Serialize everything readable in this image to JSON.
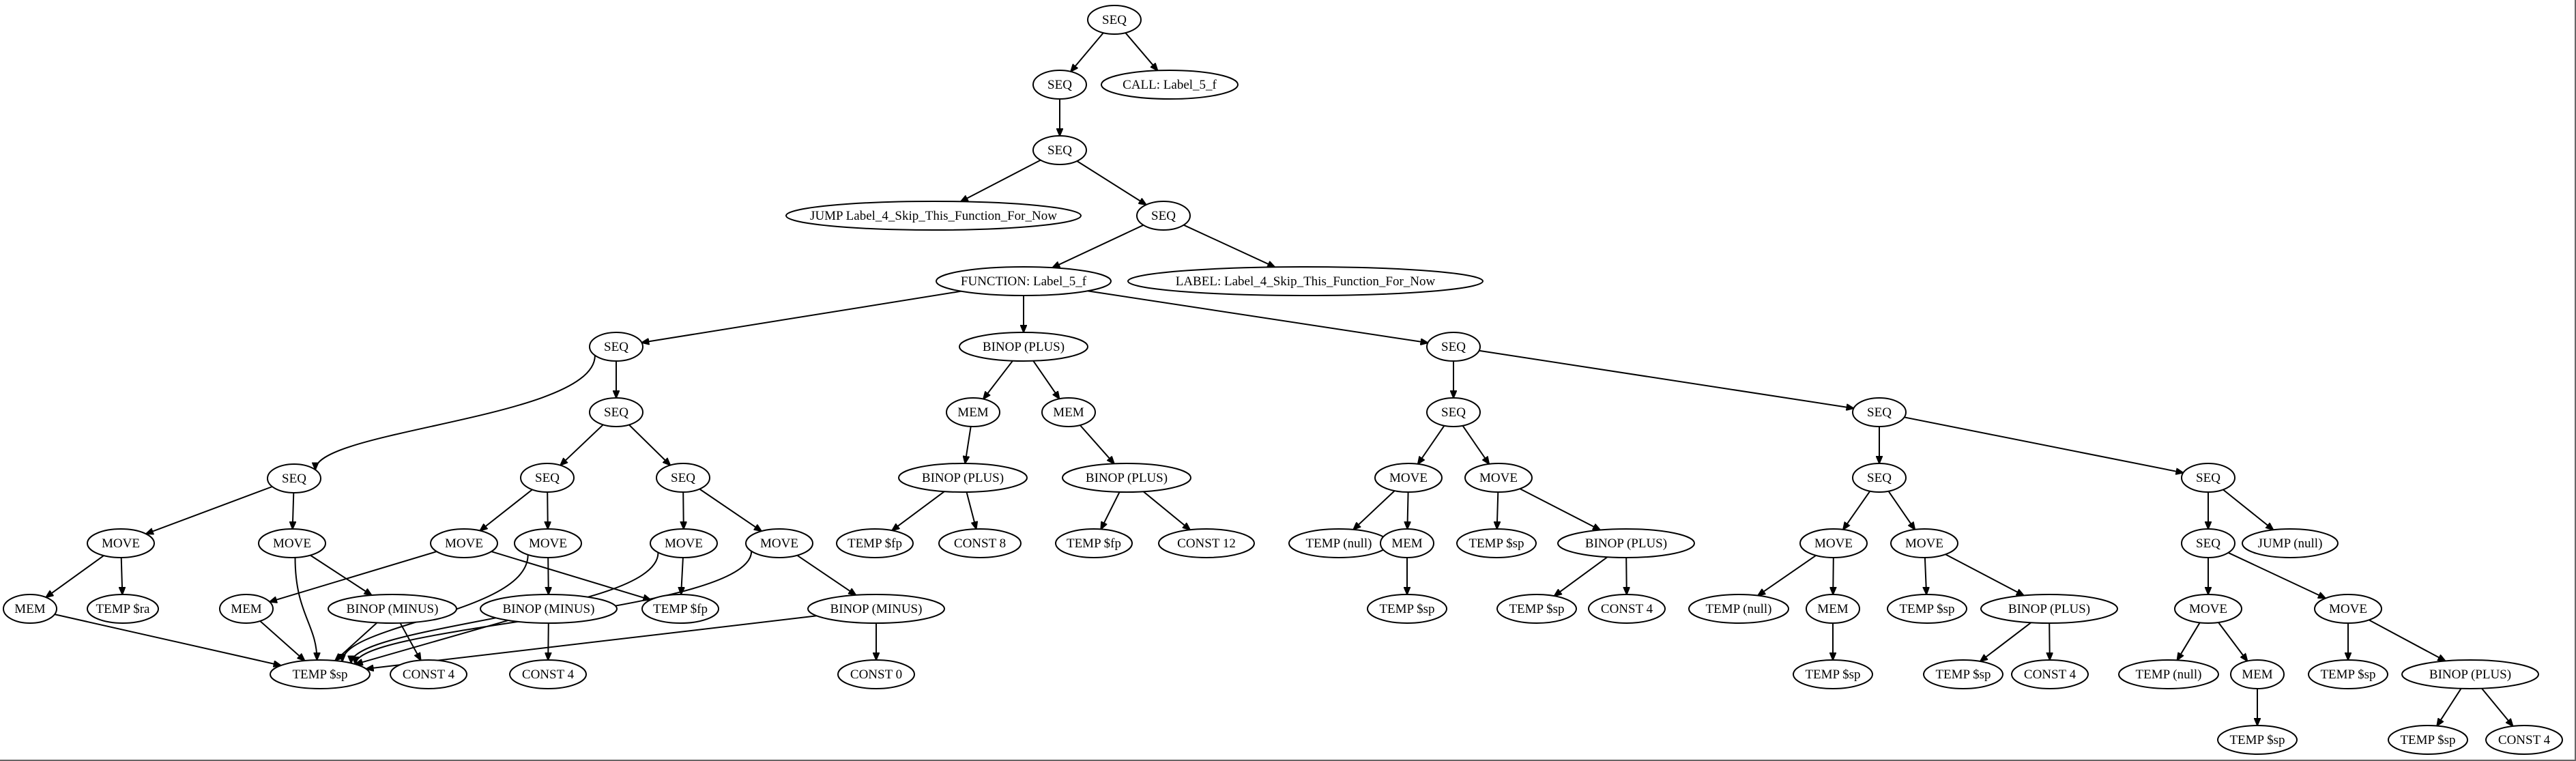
{
  "diagram": {
    "nodes": [
      {
        "id": "n1",
        "label": "SEQ"
      },
      {
        "id": "n2",
        "label": "SEQ"
      },
      {
        "id": "n3",
        "label": "CALL: Label_5_f"
      },
      {
        "id": "n4",
        "label": "SEQ"
      },
      {
        "id": "n5",
        "label": "JUMP Label_4_Skip_This_Function_For_Now"
      },
      {
        "id": "n6",
        "label": "SEQ"
      },
      {
        "id": "n7",
        "label": "FUNCTION: Label_5_f"
      },
      {
        "id": "n8",
        "label": "LABEL: Label_4_Skip_This_Function_For_Now"
      },
      {
        "id": "n9",
        "label": "SEQ"
      },
      {
        "id": "n10",
        "label": "BINOP (PLUS)"
      },
      {
        "id": "n11",
        "label": "SEQ"
      },
      {
        "id": "n12",
        "label": "SEQ"
      },
      {
        "id": "n13",
        "label": "SEQ"
      },
      {
        "id": "n14",
        "label": "MOVE"
      },
      {
        "id": "n15",
        "label": "MOVE"
      },
      {
        "id": "n16",
        "label": "MEM"
      },
      {
        "id": "n17",
        "label": "TEMP $ra"
      },
      {
        "id": "n18",
        "label": "MEM"
      },
      {
        "id": "n19",
        "label": "BINOP (MINUS)"
      },
      {
        "id": "n20",
        "label": "TEMP $sp"
      },
      {
        "id": "n21",
        "label": "CONST 4"
      },
      {
        "id": "n22",
        "label": "SEQ"
      },
      {
        "id": "n23",
        "label": "SEQ"
      },
      {
        "id": "n24",
        "label": "MOVE"
      },
      {
        "id": "n25",
        "label": "MOVE"
      },
      {
        "id": "n26",
        "label": "BINOP (MINUS)"
      },
      {
        "id": "n27",
        "label": "CONST 4"
      },
      {
        "id": "n28",
        "label": "TEMP $fp"
      },
      {
        "id": "n29",
        "label": "MOVE"
      },
      {
        "id": "n30",
        "label": "MOVE"
      },
      {
        "id": "n31",
        "label": "BINOP (MINUS)"
      },
      {
        "id": "n32",
        "label": "CONST 0"
      },
      {
        "id": "n33",
        "label": "MEM"
      },
      {
        "id": "n34",
        "label": "MEM"
      },
      {
        "id": "n35",
        "label": "BINOP (PLUS)"
      },
      {
        "id": "n36",
        "label": "TEMP $fp"
      },
      {
        "id": "n37",
        "label": "CONST 8"
      },
      {
        "id": "n38",
        "label": "BINOP (PLUS)"
      },
      {
        "id": "n39",
        "label": "TEMP $fp"
      },
      {
        "id": "n40",
        "label": "CONST 12"
      },
      {
        "id": "n41",
        "label": "SEQ"
      },
      {
        "id": "n42",
        "label": "SEQ"
      },
      {
        "id": "n43",
        "label": "MOVE"
      },
      {
        "id": "n44",
        "label": "MOVE"
      },
      {
        "id": "n45",
        "label": "TEMP (null)"
      },
      {
        "id": "n46",
        "label": "MEM"
      },
      {
        "id": "n47",
        "label": "TEMP $sp"
      },
      {
        "id": "n48",
        "label": "TEMP $sp"
      },
      {
        "id": "n49",
        "label": "BINOP (PLUS)"
      },
      {
        "id": "n50",
        "label": "TEMP $sp"
      },
      {
        "id": "n51",
        "label": "CONST 4"
      },
      {
        "id": "n52",
        "label": "SEQ"
      },
      {
        "id": "n53",
        "label": "SEQ"
      },
      {
        "id": "n54",
        "label": "MOVE"
      },
      {
        "id": "n55",
        "label": "MOVE"
      },
      {
        "id": "n56",
        "label": "TEMP (null)"
      },
      {
        "id": "n57",
        "label": "MEM"
      },
      {
        "id": "n58",
        "label": "TEMP $sp"
      },
      {
        "id": "n59",
        "label": "TEMP $sp"
      },
      {
        "id": "n60",
        "label": "BINOP (PLUS)"
      },
      {
        "id": "n61",
        "label": "TEMP $sp"
      },
      {
        "id": "n62",
        "label": "CONST 4"
      },
      {
        "id": "n63",
        "label": "SEQ"
      },
      {
        "id": "n64",
        "label": "JUMP (null)"
      },
      {
        "id": "n65",
        "label": "MOVE"
      },
      {
        "id": "n66",
        "label": "MOVE"
      },
      {
        "id": "n67",
        "label": "TEMP (null)"
      },
      {
        "id": "n68",
        "label": "MEM"
      },
      {
        "id": "n69",
        "label": "TEMP $sp"
      },
      {
        "id": "n70",
        "label": "TEMP $sp"
      },
      {
        "id": "n71",
        "label": "BINOP (PLUS)"
      },
      {
        "id": "n72",
        "label": "TEMP $sp"
      },
      {
        "id": "n73",
        "label": "CONST 4"
      }
    ],
    "edges": [
      {
        "from": "n1",
        "to": "n2"
      },
      {
        "from": "n1",
        "to": "n3"
      },
      {
        "from": "n2",
        "to": "n4"
      },
      {
        "from": "n4",
        "to": "n5"
      },
      {
        "from": "n4",
        "to": "n6"
      },
      {
        "from": "n6",
        "to": "n7"
      },
      {
        "from": "n6",
        "to": "n8"
      },
      {
        "from": "n7",
        "to": "n9"
      },
      {
        "from": "n7",
        "to": "n10"
      },
      {
        "from": "n7",
        "to": "n41"
      },
      {
        "from": "n9",
        "to": "n11"
      },
      {
        "from": "n9",
        "to": "n12"
      },
      {
        "from": "n11",
        "to": "n14"
      },
      {
        "from": "n11",
        "to": "n15"
      },
      {
        "from": "n14",
        "to": "n16"
      },
      {
        "from": "n14",
        "to": "n17"
      },
      {
        "from": "n16",
        "to": "n20"
      },
      {
        "from": "n15",
        "to": "n20"
      },
      {
        "from": "n15",
        "to": "n19"
      },
      {
        "from": "n19",
        "to": "n20"
      },
      {
        "from": "n19",
        "to": "n21"
      },
      {
        "from": "n12",
        "to": "n22"
      },
      {
        "from": "n12",
        "to": "n23"
      },
      {
        "from": "n22",
        "to": "n24"
      },
      {
        "from": "n22",
        "to": "n25"
      },
      {
        "from": "n24",
        "to": "n18"
      },
      {
        "from": "n24",
        "to": "n28"
      },
      {
        "from": "n18",
        "to": "n20"
      },
      {
        "from": "n25",
        "to": "n20"
      },
      {
        "from": "n25",
        "to": "n26"
      },
      {
        "from": "n26",
        "to": "n20"
      },
      {
        "from": "n26",
        "to": "n27"
      },
      {
        "from": "n23",
        "to": "n29"
      },
      {
        "from": "n23",
        "to": "n30"
      },
      {
        "from": "n29",
        "to": "n28"
      },
      {
        "from": "n29",
        "to": "n20"
      },
      {
        "from": "n30",
        "to": "n20"
      },
      {
        "from": "n30",
        "to": "n31"
      },
      {
        "from": "n31",
        "to": "n20"
      },
      {
        "from": "n31",
        "to": "n32"
      },
      {
        "from": "n10",
        "to": "n33"
      },
      {
        "from": "n10",
        "to": "n34"
      },
      {
        "from": "n33",
        "to": "n35"
      },
      {
        "from": "n35",
        "to": "n36"
      },
      {
        "from": "n35",
        "to": "n37"
      },
      {
        "from": "n34",
        "to": "n38"
      },
      {
        "from": "n38",
        "to": "n39"
      },
      {
        "from": "n38",
        "to": "n40"
      },
      {
        "from": "n41",
        "to": "n42"
      },
      {
        "from": "n41",
        "to": "n52"
      },
      {
        "from": "n42",
        "to": "n43"
      },
      {
        "from": "n42",
        "to": "n44"
      },
      {
        "from": "n43",
        "to": "n45"
      },
      {
        "from": "n43",
        "to": "n46"
      },
      {
        "from": "n46",
        "to": "n47"
      },
      {
        "from": "n44",
        "to": "n48"
      },
      {
        "from": "n44",
        "to": "n49"
      },
      {
        "from": "n49",
        "to": "n50"
      },
      {
        "from": "n49",
        "to": "n51"
      },
      {
        "from": "n52",
        "to": "n53"
      },
      {
        "from": "n52",
        "to": "n63"
      },
      {
        "from": "n53",
        "to": "n54"
      },
      {
        "from": "n53",
        "to": "n55"
      },
      {
        "from": "n54",
        "to": "n56"
      },
      {
        "from": "n54",
        "to": "n57"
      },
      {
        "from": "n57",
        "to": "n58"
      },
      {
        "from": "n55",
        "to": "n59"
      },
      {
        "from": "n55",
        "to": "n60"
      },
      {
        "from": "n60",
        "to": "n61"
      },
      {
        "from": "n60",
        "to": "n62"
      },
      {
        "from": "n63",
        "to": "n74"
      },
      {
        "from": "n63",
        "to": "n64"
      },
      {
        "from": "n74",
        "to": "n65"
      },
      {
        "from": "n74",
        "to": "n66"
      },
      {
        "from": "n65",
        "to": "n67"
      },
      {
        "from": "n65",
        "to": "n68"
      },
      {
        "from": "n68",
        "to": "n69"
      },
      {
        "from": "n66",
        "to": "n70"
      },
      {
        "from": "n66",
        "to": "n71"
      },
      {
        "from": "n71",
        "to": "n72"
      },
      {
        "from": "n71",
        "to": "n73"
      }
    ],
    "extra_nodes": [
      {
        "id": "n74",
        "label": "SEQ"
      }
    ]
  }
}
